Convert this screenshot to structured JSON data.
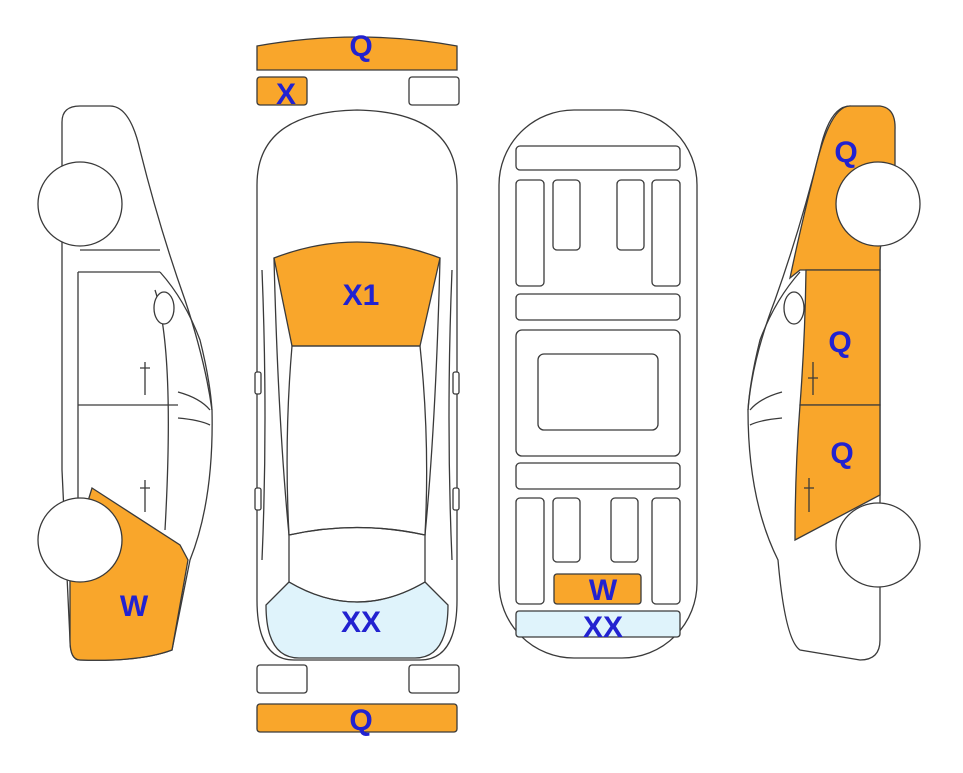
{
  "colors": {
    "damage_orange": "#f9a62b",
    "damage_light_blue": "#dff3fb",
    "label_blue": "#2222d0",
    "outline": "#3a3a3a"
  },
  "labels": {
    "front_bumper": "Q",
    "front_left_headlight": "X",
    "hood": "X1",
    "rear_window": "XX",
    "rear_bumper": "Q",
    "underbody_rear_panel": "W",
    "underbody_rear_strip": "XX",
    "left_rear_quarter": "W",
    "right_front_fender": "Q",
    "right_front_door": "Q",
    "right_rear_door": "Q"
  }
}
